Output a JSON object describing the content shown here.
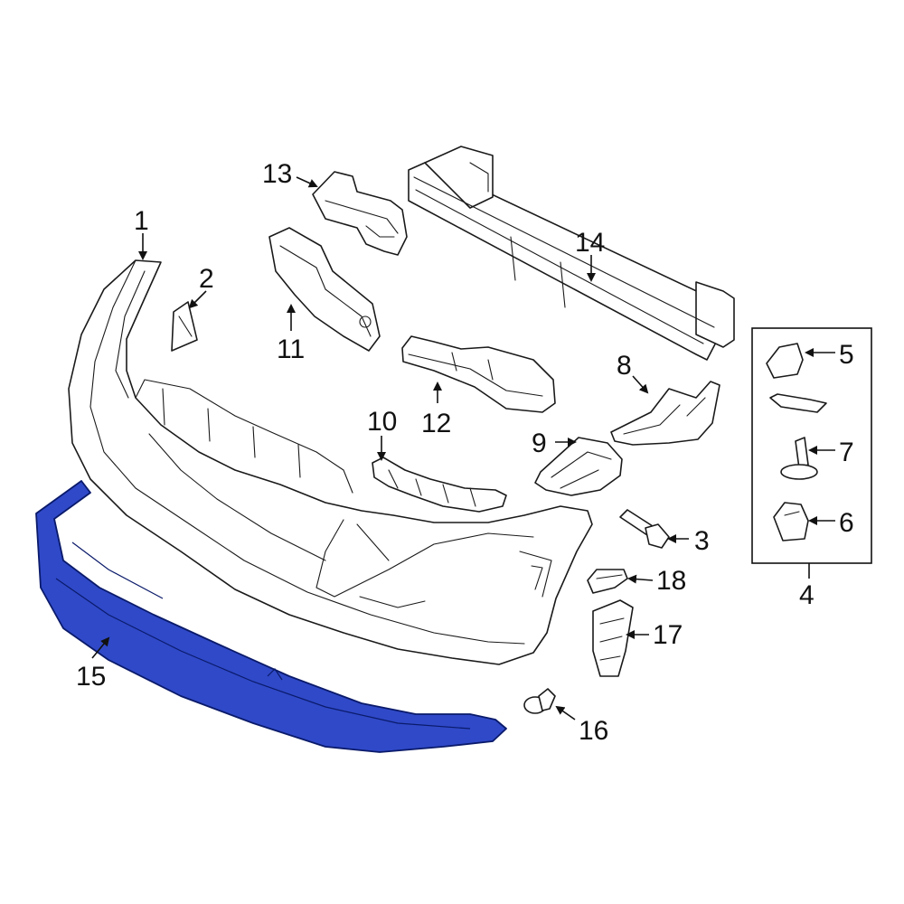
{
  "colors": {
    "highlight": "#2f49c8",
    "highlight_stroke": "#0a1a6a",
    "line": "#1a1a1a",
    "background": "#ffffff"
  },
  "callouts": {
    "c1": "1",
    "c2": "2",
    "c3": "3",
    "c4": "4",
    "c5": "5",
    "c6": "6",
    "c7": "7",
    "c8": "8",
    "c9": "9",
    "c10": "10",
    "c11": "11",
    "c12": "12",
    "c13": "13",
    "c14": "14",
    "c15": "15",
    "c16": "16",
    "c17": "17",
    "c18": "18"
  }
}
